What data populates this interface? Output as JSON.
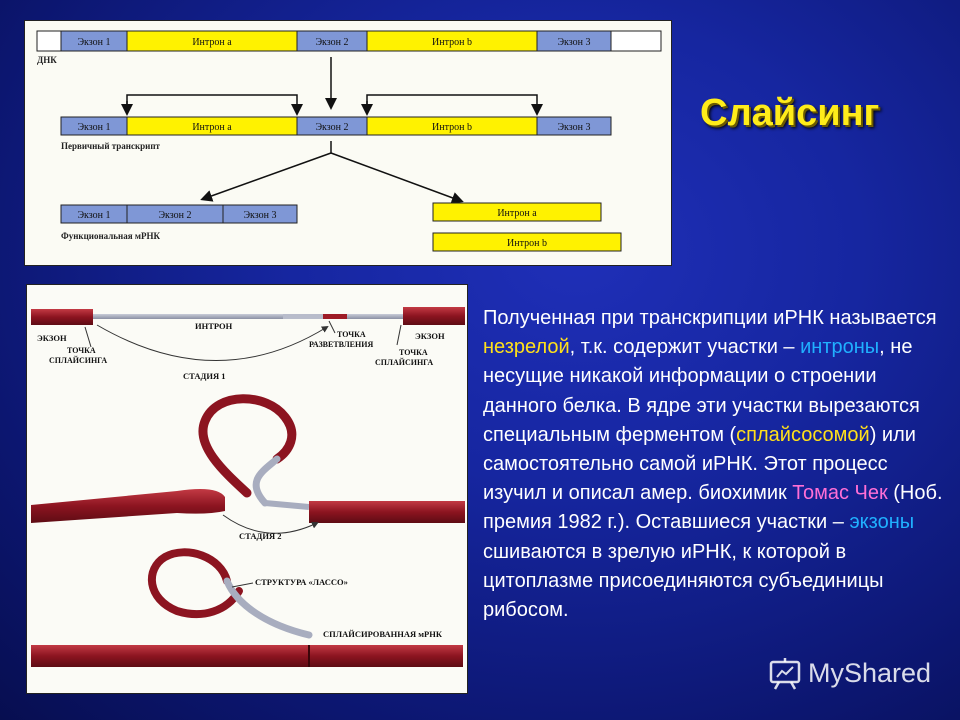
{
  "slide": {
    "title": "Слайсинг"
  },
  "top_diagram": {
    "dna": {
      "label": "ДНК",
      "segments": [
        "Экзон 1",
        "Интрон a",
        "Экзон 2",
        "Интрон b",
        "Экзон 3"
      ]
    },
    "primary_transcript": {
      "label": "Первичный транскрипт",
      "segments": [
        "Экзон 1",
        "Интрон a",
        "Экзон 2",
        "Интрон b",
        "Экзон 3"
      ]
    },
    "functional_mrna": {
      "label": "Функциональная мРНК",
      "segments": [
        "Экзон 1",
        "Экзон 2",
        "Экзон 3"
      ]
    },
    "excised_introns": [
      "Интрон a",
      "Интрон b"
    ]
  },
  "bottom_diagram": {
    "exon_left": "ЭКЗОН",
    "intron": "ИНТРОН",
    "exon_right": "ЭКЗОН",
    "splice_site_left": [
      "ТОЧКА",
      "СПЛАЙСИНГА"
    ],
    "branch_point": [
      "ТОЧКА",
      "РАЗВЕТВЛЕНИЯ"
    ],
    "splice_site_right": [
      "ТОЧКА",
      "СПЛАЙСИНГА"
    ],
    "stage1": "СТАДИЯ 1",
    "stage2": "СТАДИЯ 2",
    "lasso": "СТРУКТУРА «ЛАССО»",
    "spliced_mrna": "СПЛАЙСИРОВАННАЯ мРНК"
  },
  "body_text": {
    "p1": "Полученная при транскрипции иРНК называется ",
    "hl1": "незрелой",
    "p2": ", т.к. содержит участки – ",
    "hl2": "интроны",
    "p3": ", не несущие никакой информации о строении данного белка. В ядре эти участки вырезаются специальным ферментом (",
    "hl3": "сплайсосомой",
    "p4": ") или самостоятельно самой иРНК. Этот процесс изучил и описал амер. биохимик ",
    "hl4": "Томас Чек",
    "p5": " (Ноб. премия 1982 г.). Оставшиеся участки – ",
    "hl5": "экзоны",
    "p6": " сшиваются в зрелую иРНК, к которой в цитоплазме присоединяются субъединицы рибосом."
  },
  "watermark": {
    "text": "MyShared"
  },
  "colors": {
    "exon": "#7f97d6",
    "intron": "#fff200",
    "title": "#ffec1a",
    "rna": "#9e1b26",
    "intron_rna": "#9fa4b6"
  }
}
